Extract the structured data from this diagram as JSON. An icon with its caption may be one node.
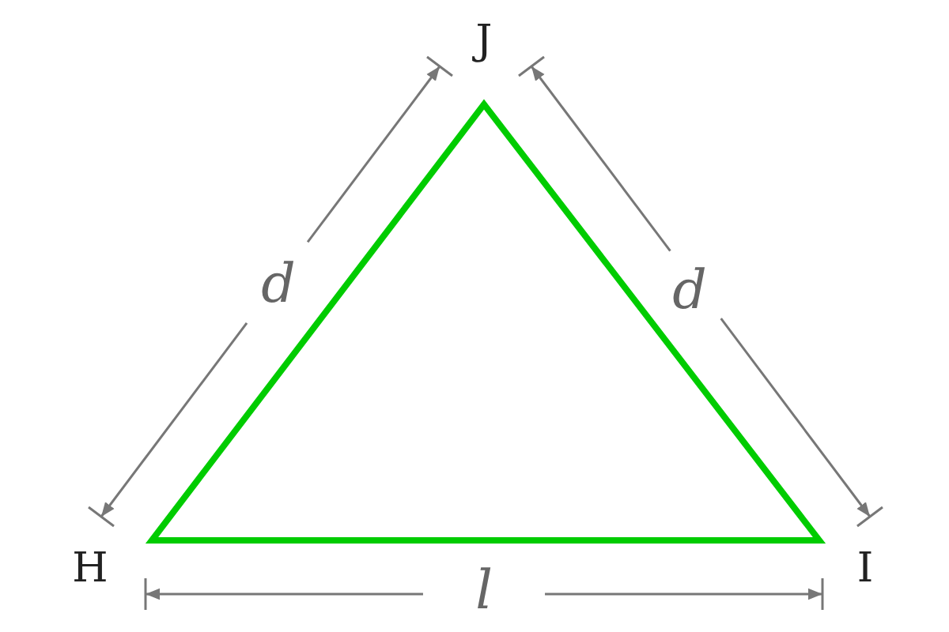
{
  "diagram": {
    "labels": [
      "J",
      "d",
      "d",
      "H",
      "l",
      "I"
    ]
  }
}
